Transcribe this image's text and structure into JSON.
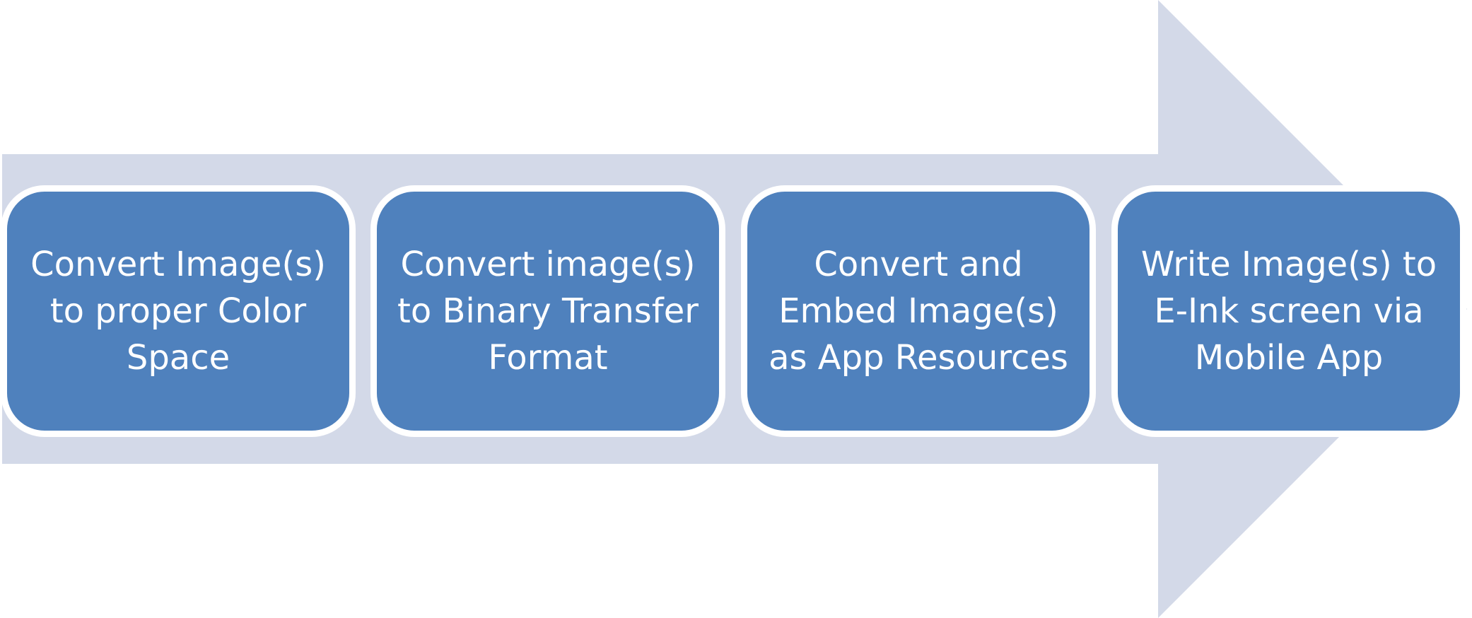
{
  "colors": {
    "arrow_fill": "#D3D9E8",
    "step_fill": "#4F81BD",
    "step_border": "#FFFFFF",
    "step_text": "#FFFFFF"
  },
  "steps": [
    {
      "label": "Convert Image(s)\nto proper Color\nSpace"
    },
    {
      "label": "Convert image(s)\nto Binary Transfer\nFormat"
    },
    {
      "label": "Convert and\nEmbed Image(s)\nas App Resources"
    },
    {
      "label": "Write Image(s) to\nE-Ink screen via\nMobile App"
    }
  ]
}
